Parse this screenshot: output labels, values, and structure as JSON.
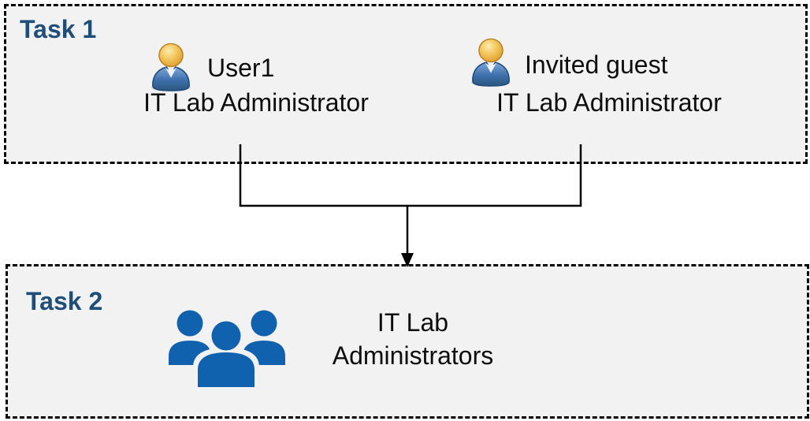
{
  "colors": {
    "box-fill": "#F2F2F2",
    "box-border": "#000000",
    "task-label": "#1F4E79",
    "body-text": "#0D0D0D",
    "icon-blue": "#1061AE",
    "connector": "#000000"
  },
  "task1": {
    "label": "Task 1",
    "members": [
      {
        "name": "User1",
        "role": "IT Lab Administrator",
        "icon": "person-icon"
      },
      {
        "name": "Invited guest",
        "role": "IT Lab Administrator",
        "icon": "person-icon"
      }
    ]
  },
  "connector": {
    "type": "merge-arrow",
    "from": [
      "User1",
      "Invited guest"
    ],
    "to": "IT Lab Administrators"
  },
  "task2": {
    "label": "Task 2",
    "group": {
      "name": "IT Lab Administrators",
      "icon": "people-group-icon"
    }
  }
}
